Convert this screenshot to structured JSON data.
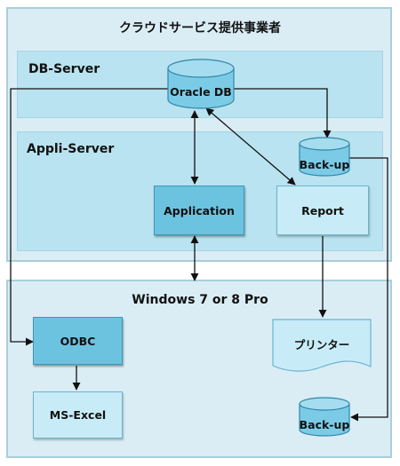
{
  "title": "クラウドサービス提供事業者",
  "db_server": {
    "label": "DB-Server",
    "database": "Oracle DB"
  },
  "appli_server": {
    "label": "Appli-Server",
    "backup": "Back-up",
    "application": "Application",
    "report": "Report"
  },
  "client": {
    "title": "Windows 7 or 8 Pro",
    "odbc": "ODBC",
    "ms_excel": "MS-Excel",
    "printer": "プリンター",
    "backup": "Back-up"
  },
  "colors": {
    "panel_fill": "#daedf5",
    "band_fill": "#b9e3f0",
    "box_dark": "#6cc3e0",
    "box_light": "#c7ecf8"
  }
}
